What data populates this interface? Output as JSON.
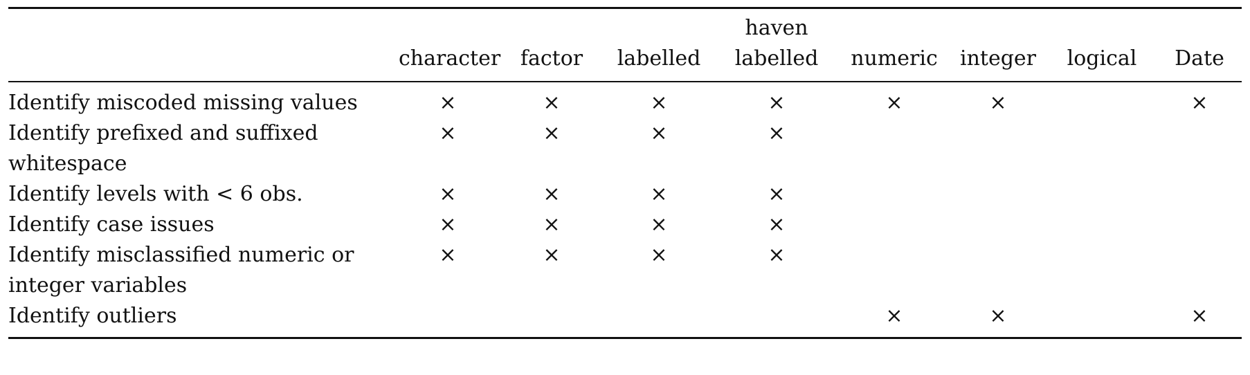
{
  "columns": [
    {
      "lines": [
        "character"
      ]
    },
    {
      "lines": [
        "factor"
      ]
    },
    {
      "lines": [
        "labelled"
      ]
    },
    {
      "lines": [
        "haven",
        "labelled"
      ]
    },
    {
      "lines": [
        "numeric"
      ]
    },
    {
      "lines": [
        "integer"
      ]
    },
    {
      "lines": [
        "logical"
      ]
    },
    {
      "lines": [
        "Date"
      ]
    }
  ],
  "mark_symbol": "×",
  "rows": [
    {
      "label": "Identify miscoded missing values",
      "marks": [
        true,
        true,
        true,
        true,
        true,
        true,
        false,
        true
      ]
    },
    {
      "label": "Identify prefixed and suffixed whitespace",
      "marks": [
        true,
        true,
        true,
        true,
        false,
        false,
        false,
        false
      ]
    },
    {
      "label": "Identify levels with < 6 obs.",
      "marks": [
        true,
        true,
        true,
        true,
        false,
        false,
        false,
        false
      ]
    },
    {
      "label": "Identify case issues",
      "marks": [
        true,
        true,
        true,
        true,
        false,
        false,
        false,
        false
      ]
    },
    {
      "label": "Identify misclassified numeric or integer variables",
      "marks": [
        true,
        true,
        true,
        true,
        false,
        false,
        false,
        false
      ]
    },
    {
      "label": "Identify outliers",
      "marks": [
        false,
        false,
        false,
        false,
        true,
        true,
        false,
        true
      ]
    }
  ]
}
